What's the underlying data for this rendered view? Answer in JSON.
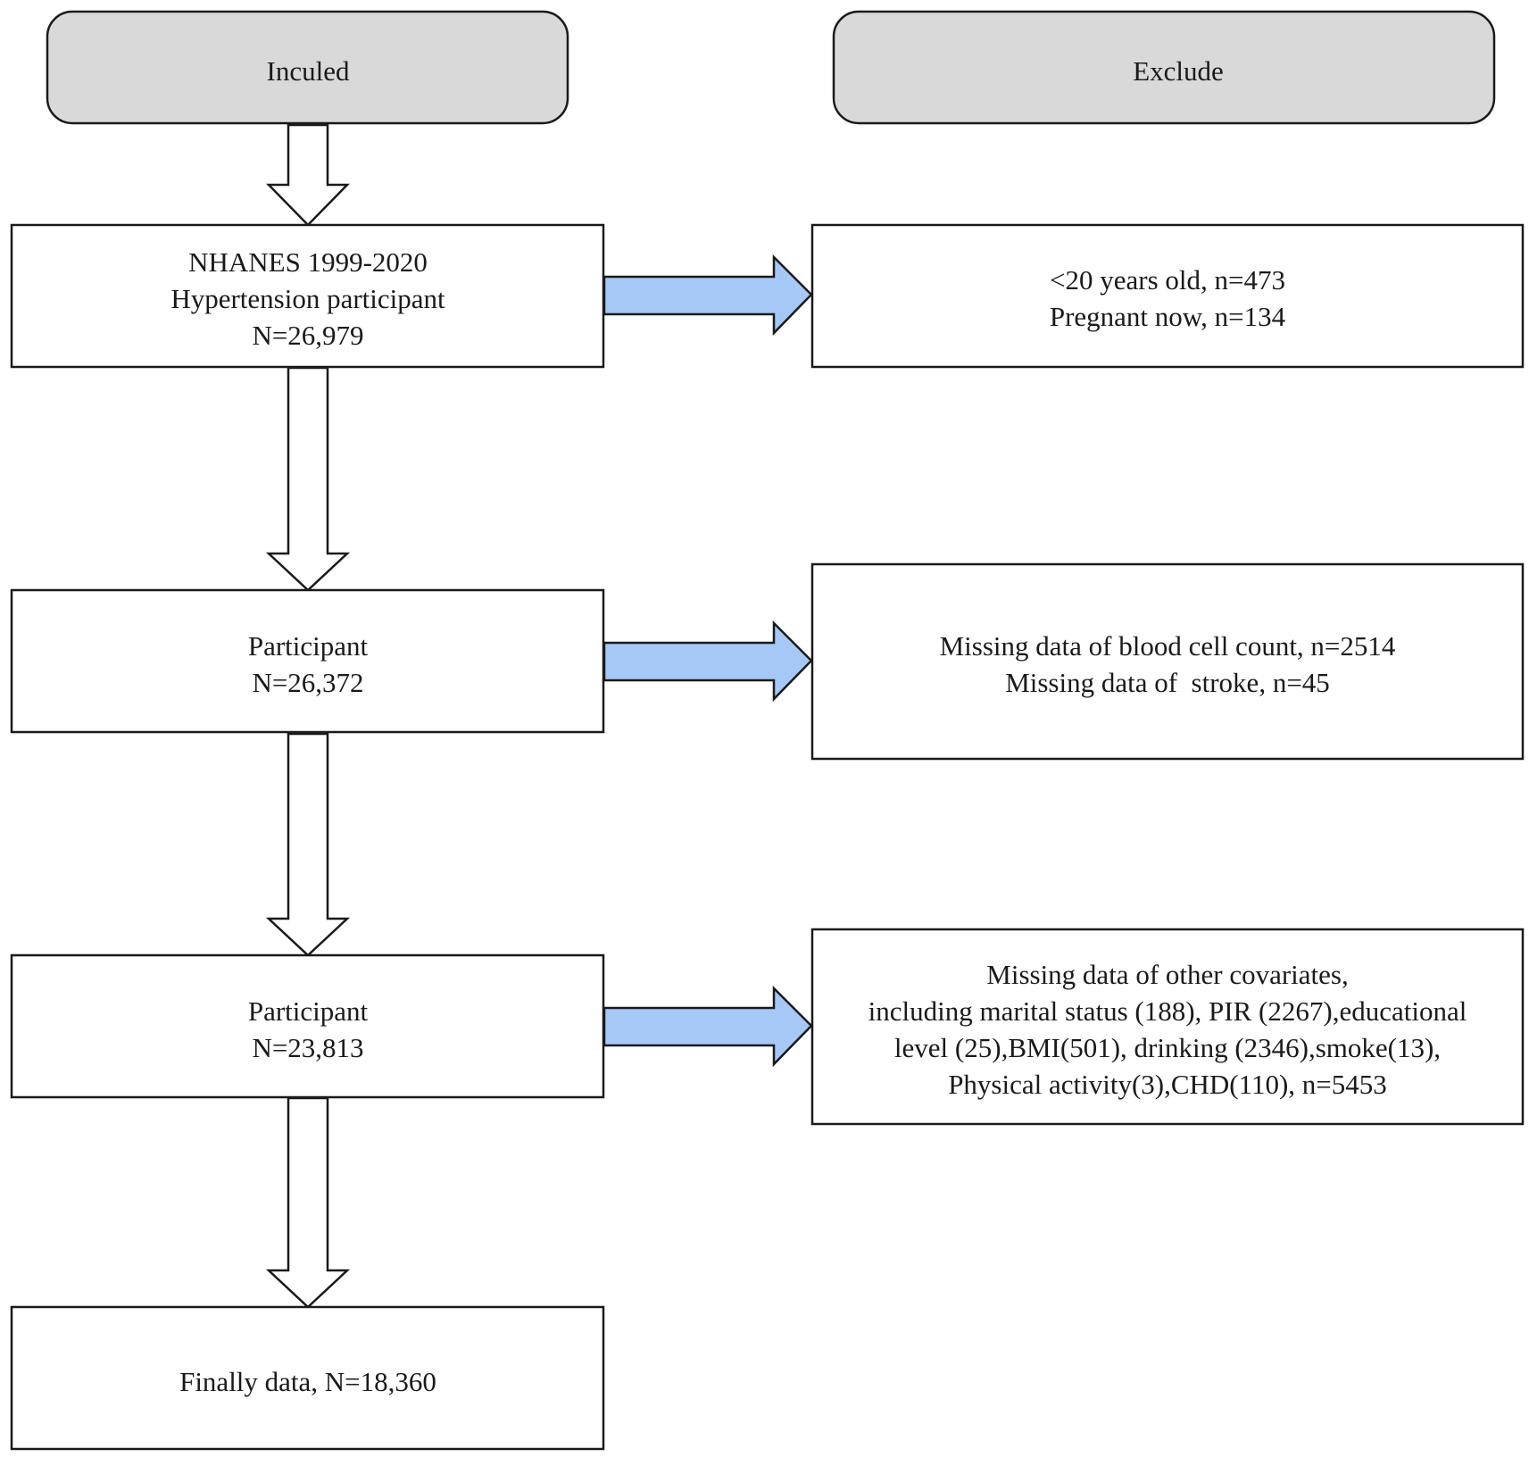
{
  "headers": {
    "included": "Inculed",
    "exclude": "Exclude"
  },
  "included_boxes": [
    {
      "lines": [
        "NHANES 1999-2020",
        "Hypertension participant",
        "N=26,979"
      ]
    },
    {
      "lines": [
        "Participant",
        "N=26,372"
      ]
    },
    {
      "lines": [
        "Participant",
        "N=23,813"
      ]
    },
    {
      "lines": [
        "Finally data, N=18,360"
      ]
    }
  ],
  "exclude_boxes": [
    {
      "lines": [
        "<20 years old, n=473",
        "Pregnant now, n=134"
      ]
    },
    {
      "lines": [
        "Missing data of blood cell count, n=2514",
        "Missing data of  stroke, n=45"
      ]
    },
    {
      "lines": [
        "Missing data of other covariates,",
        "including marital status (188), PIR (2267),educational",
        "level (25),BMI(501), drinking (2346),smoke(13),",
        "Physical activity(3),CHD(110), n=5453"
      ]
    }
  ],
  "colors": {
    "header_fill": "#d9d9d9",
    "arrow_blue": "#a6c8f7",
    "stroke": "#1a1a1a"
  }
}
